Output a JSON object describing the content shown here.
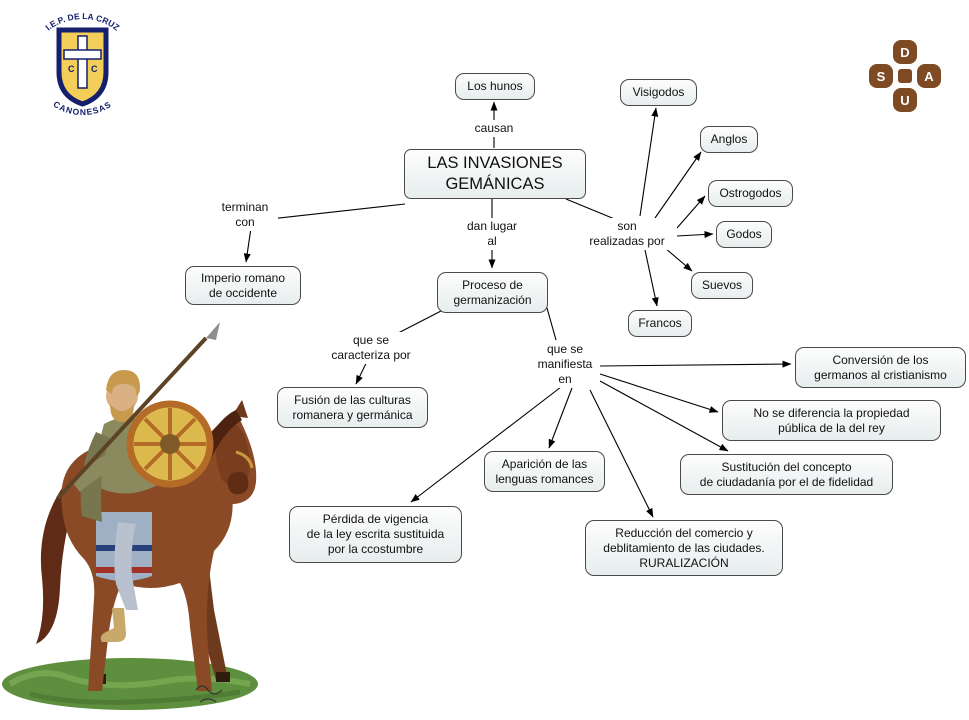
{
  "logo_left": {
    "top_text": "I.E.P. DE LA CRUZ",
    "bottom_text": "CANONESAS",
    "letter_left": "C",
    "letter_right": "C"
  },
  "logo_right": {
    "letters": [
      "D",
      "A",
      "S",
      "U"
    ]
  },
  "concepts": {
    "central": "LAS INVASIONES\nGEMÁNICAS",
    "hunos": "Los hunos",
    "visigodos": "Visigodos",
    "anglos": "Anglos",
    "ostrogodos": "Ostrogodos",
    "godos": "Godos",
    "suevos": "Suevos",
    "francos": "Francos",
    "imperio": "Imperio romano\nde occidente",
    "proceso": "Proceso de\ngermanización",
    "fusion": "Fusión de las culturas\nromanera y germánica",
    "conversion": "Conversión de los\ngermanos al cristianismo",
    "no_diferencia": "No se diferencia la propiedad\npública de la del rey",
    "sustitucion": "Sustitución del concepto\nde ciudadanía por el de fidelidad",
    "aparicion": "Aparición de las\nlenguas romances",
    "reduccion": "Reducción del comercio y\ndeblitamiento de las ciudades.\nRURALIZACIÓN",
    "perdida": "Pérdida de vigencia\nde la ley escrita sustituida\npor la ccostumbre"
  },
  "links": {
    "causan": "causan",
    "terminan_con": "terminan\ncon",
    "dan_lugar_al": "dan lugar\nal",
    "son_realizadas_por": "son\nrealizadas por",
    "caracteriza": "que se\ncaracteriza por",
    "manifiesta": "que se\nmanifiesta\nen"
  },
  "colors": {
    "node_border": "#4a4a4a",
    "node_fill": "#e7eded",
    "line": "#000000",
    "shield_yellow": "#f3cf59",
    "shield_navy": "#14206e",
    "emblem_brown": "#7d4a23"
  }
}
